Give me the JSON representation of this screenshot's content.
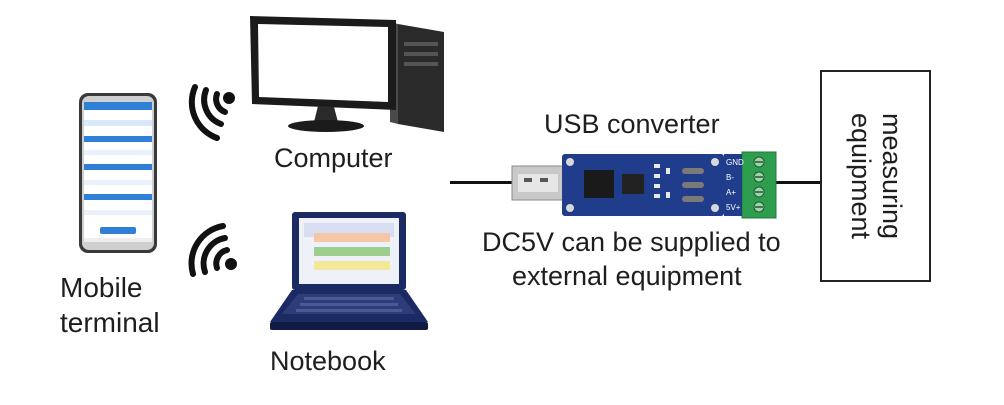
{
  "labels": {
    "mobile_line1": "Mobile",
    "mobile_line2": "terminal",
    "computer": "Computer",
    "notebook": "Notebook",
    "usb_converter": "USB converter",
    "dc5v_line1": "DC5V can be supplied to",
    "dc5v_line2": "external equipment",
    "measuring_line1": "measuring",
    "measuring_line2": "equipment"
  },
  "terminal_pins": [
    "GND",
    "B-",
    "A+",
    "5V+"
  ],
  "icons": {
    "phone": "smartphone-icon",
    "wifi_top": "wifi-signal-icon",
    "wifi_bottom": "wifi-signal-icon",
    "computer": "desktop-computer-icon",
    "notebook": "laptop-icon",
    "converter": "usb-converter-icon"
  },
  "colors": {
    "pcb": "#1f3d8a",
    "terminal_block": "#2e9e4e",
    "wire": "#111111"
  }
}
